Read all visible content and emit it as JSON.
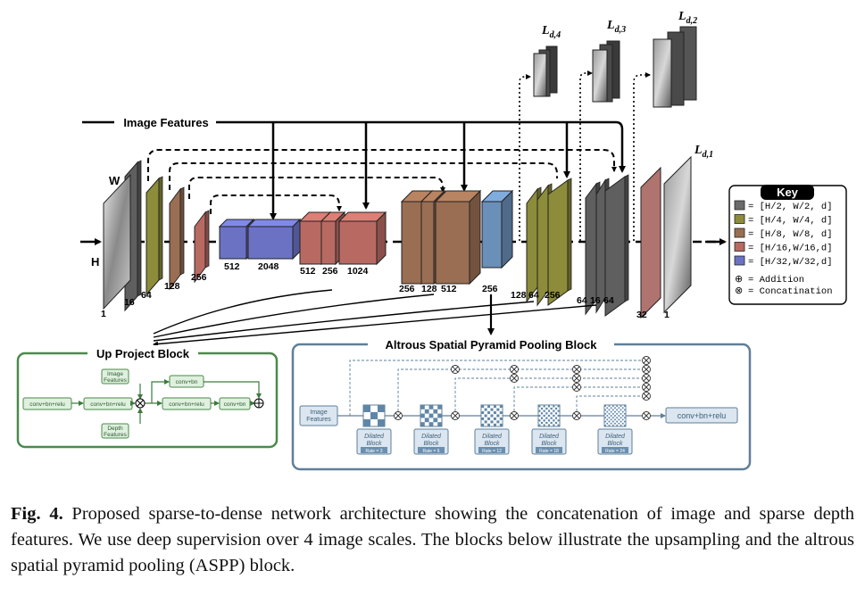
{
  "main_diagram": {
    "input_labels": {
      "width": "W",
      "height": "H"
    },
    "image_features_label": "Image Features",
    "layer_channels": [
      "1",
      "16",
      "64",
      "128",
      "256",
      "512",
      "2048",
      "512",
      "256",
      "1024",
      "256",
      "128",
      "512",
      "256",
      "128",
      "64",
      "256",
      "64",
      "16",
      "64",
      "32",
      "1"
    ],
    "supervision_labels": [
      "L_d,4",
      "L_d,3",
      "L_d,2",
      "L_d,1"
    ],
    "supervision_text": [
      {
        "main": "L",
        "sub": "d,4"
      },
      {
        "main": "L",
        "sub": "d,3"
      },
      {
        "main": "L",
        "sub": "d,2"
      },
      {
        "main": "L",
        "sub": "d,1"
      }
    ]
  },
  "key": {
    "title": "Key",
    "scales": [
      {
        "color": "#6b6b6b",
        "text": "= [H/2, W/2, d]"
      },
      {
        "color": "#8c8c3a",
        "text": "= [H/4, W/4, d]"
      },
      {
        "color": "#9a6e52",
        "text": "= [H/8, W/8, d]"
      },
      {
        "color": "#b86a62",
        "text": "= [H/16,W/16,d]"
      },
      {
        "color": "#6b72c4",
        "text": "= [H/32,W/32,d]"
      }
    ],
    "ops": [
      {
        "symbol": "⊕",
        "text": "= Addition"
      },
      {
        "symbol": "⊗",
        "text": "= Concatination"
      }
    ]
  },
  "up_project": {
    "title": "Up Project Block",
    "boxes": {
      "image_features": "Image Features",
      "depth_features": "Depth Features",
      "cbr1": "conv+bn+relu",
      "cbr2": "conv+bn+relu",
      "cbr3": "conv+bn+relu",
      "cb_top": "conv+bn",
      "cb_out": "conv+bn"
    }
  },
  "aspp": {
    "title": "Altrous Spatial Pyramid Pooling Block",
    "input": "Image Features",
    "output": "conv+bn+relu",
    "block_label": "Dilated Block",
    "rates": [
      "Rate = 3",
      "Rate = 6",
      "Rate = 12",
      "Rate = 18",
      "Rate = 24"
    ]
  },
  "caption": {
    "label": "Fig. 4.",
    "text": " Proposed sparse-to-dense network architecture showing the concatenation of image and sparse depth features. We use deep supervision over 4 image scales. The blocks below illustrate the upsampling and the altrous spatial pyramid pooling (ASPP) block."
  },
  "colors": {
    "gray": "#5f5f5f",
    "olive": "#8c8c3a",
    "brown": "#9a6e52",
    "red": "#b86a62",
    "blue": "#6b72c4",
    "steel": "#6a8fb8",
    "up_green": "#4a8a4a",
    "aspp_blue": "#5f7f99"
  }
}
